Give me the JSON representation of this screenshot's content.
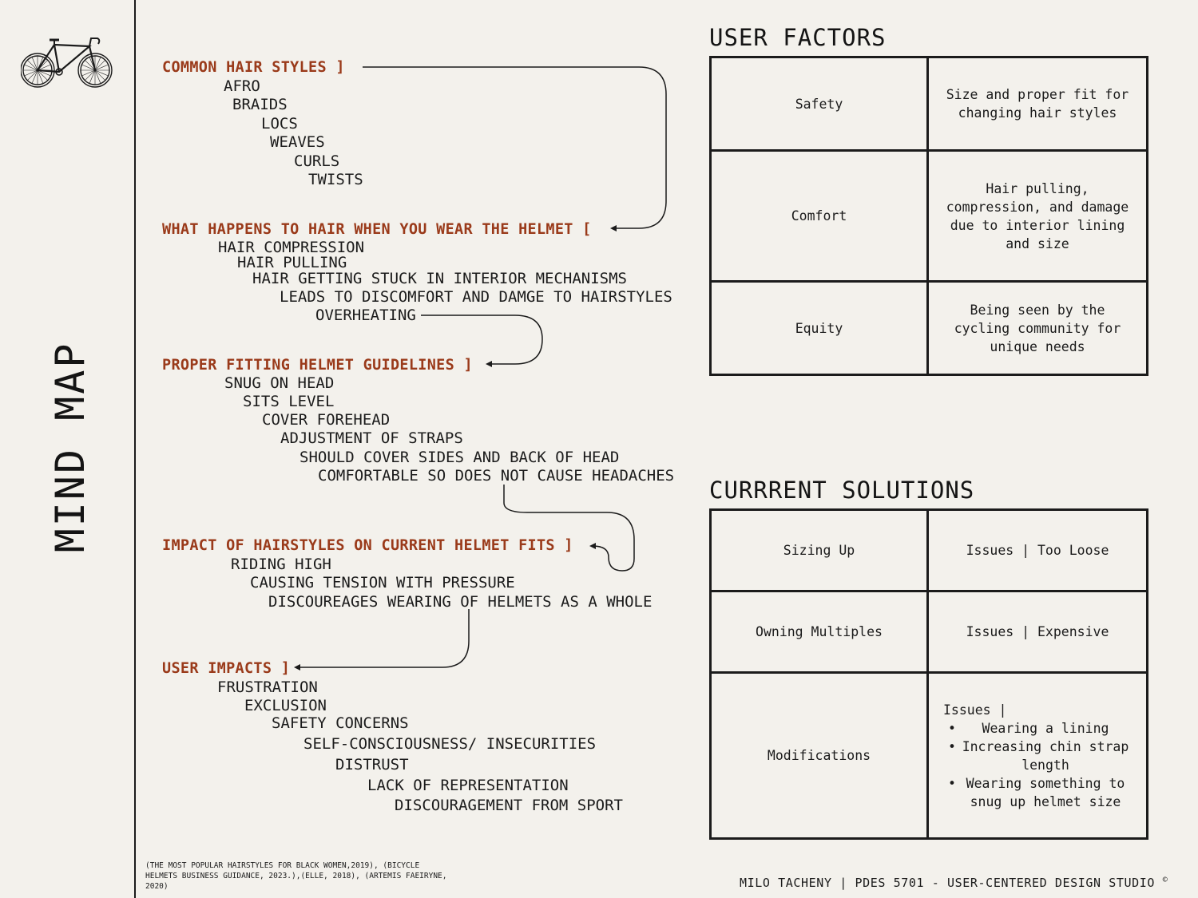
{
  "sidebar": {
    "title": "MIND MAP",
    "icon": "bicycle-icon"
  },
  "mindmap": {
    "sections": [
      {
        "heading": "COMMON HAIR STYLES ]",
        "items": [
          "AFRO",
          "BRAIDS",
          "LOCS",
          "WEAVES",
          "CURLS",
          "TWISTS"
        ]
      },
      {
        "heading": "WHAT HAPPENS TO HAIR WHEN YOU WEAR THE HELMET [",
        "items": [
          "HAIR COMPRESSION",
          "HAIR PULLING",
          "HAIR GETTING STUCK IN INTERIOR MECHANISMS",
          "LEADS TO DISCOMFORT AND DAMGE TO HAIRSTYLES",
          "OVERHEATING"
        ]
      },
      {
        "heading": "PROPER FITTING HELMET GUIDELINES ]",
        "items": [
          "SNUG ON HEAD",
          "SITS LEVEL",
          "COVER FOREHEAD",
          "ADJUSTMENT OF STRAPS",
          "SHOULD COVER SIDES AND BACK OF HEAD",
          "COMFORTABLE SO DOES NOT CAUSE HEADACHES"
        ]
      },
      {
        "heading": "IMPACT OF HAIRSTYLES ON CURRENT HELMET FITS ]",
        "items": [
          "RIDING HIGH",
          "CAUSING TENSION WITH PRESSURE",
          "DISCOUREAGES WEARING OF HELMETS AS A WHOLE"
        ]
      },
      {
        "heading": "USER IMPACTS ]",
        "items": [
          "FRUSTRATION",
          "EXCLUSION",
          "SAFETY CONCERNS",
          "SELF-CONSCIOUSNESS/ INSECURITIES",
          "DISTRUST",
          "LACK OF REPRESENTATION",
          "DISCOURAGEMENT FROM SPORT"
        ]
      }
    ]
  },
  "user_factors": {
    "title": "USER FACTORS",
    "rows": [
      {
        "factor": "Safety",
        "description": "Size and proper fit for changing hair styles"
      },
      {
        "factor": "Comfort",
        "description": "Hair pulling, compression, and damage due to interior lining and size"
      },
      {
        "factor": "Equity",
        "description": "Being seen by the cycling community for unique needs"
      }
    ]
  },
  "current_solutions": {
    "title": "CURRRENT SOLUTIONS",
    "rows": [
      {
        "solution": "Sizing Up",
        "issue": "Issues | Too Loose"
      },
      {
        "solution": "Owning Multiples",
        "issue": "Issues | Expensive"
      }
    ],
    "modifications": {
      "solution": "Modifications",
      "issue_label": "Issues |",
      "bullets": [
        "Wearing a lining",
        "Increasing chin strap length",
        "Wearing something to snug up helmet size"
      ]
    }
  },
  "footer": {
    "citation": "(THE MOST POPULAR HAIRSTYLES FOR BLACK WOMEN,2019), (BICYCLE HELMETS BUSINESS GUIDANCE, 2023.),(ELLE, 2018), (ARTEMIS FAEIRYNE, 2020)",
    "credit": "MILO TACHENY | PDES 5701 - USER-CENTERED DESIGN STUDIO",
    "copyright_symbol": "©"
  },
  "colors": {
    "background": "#f3f1ec",
    "heading_accent": "#9a3a1a",
    "ink": "#1b1b1b"
  }
}
